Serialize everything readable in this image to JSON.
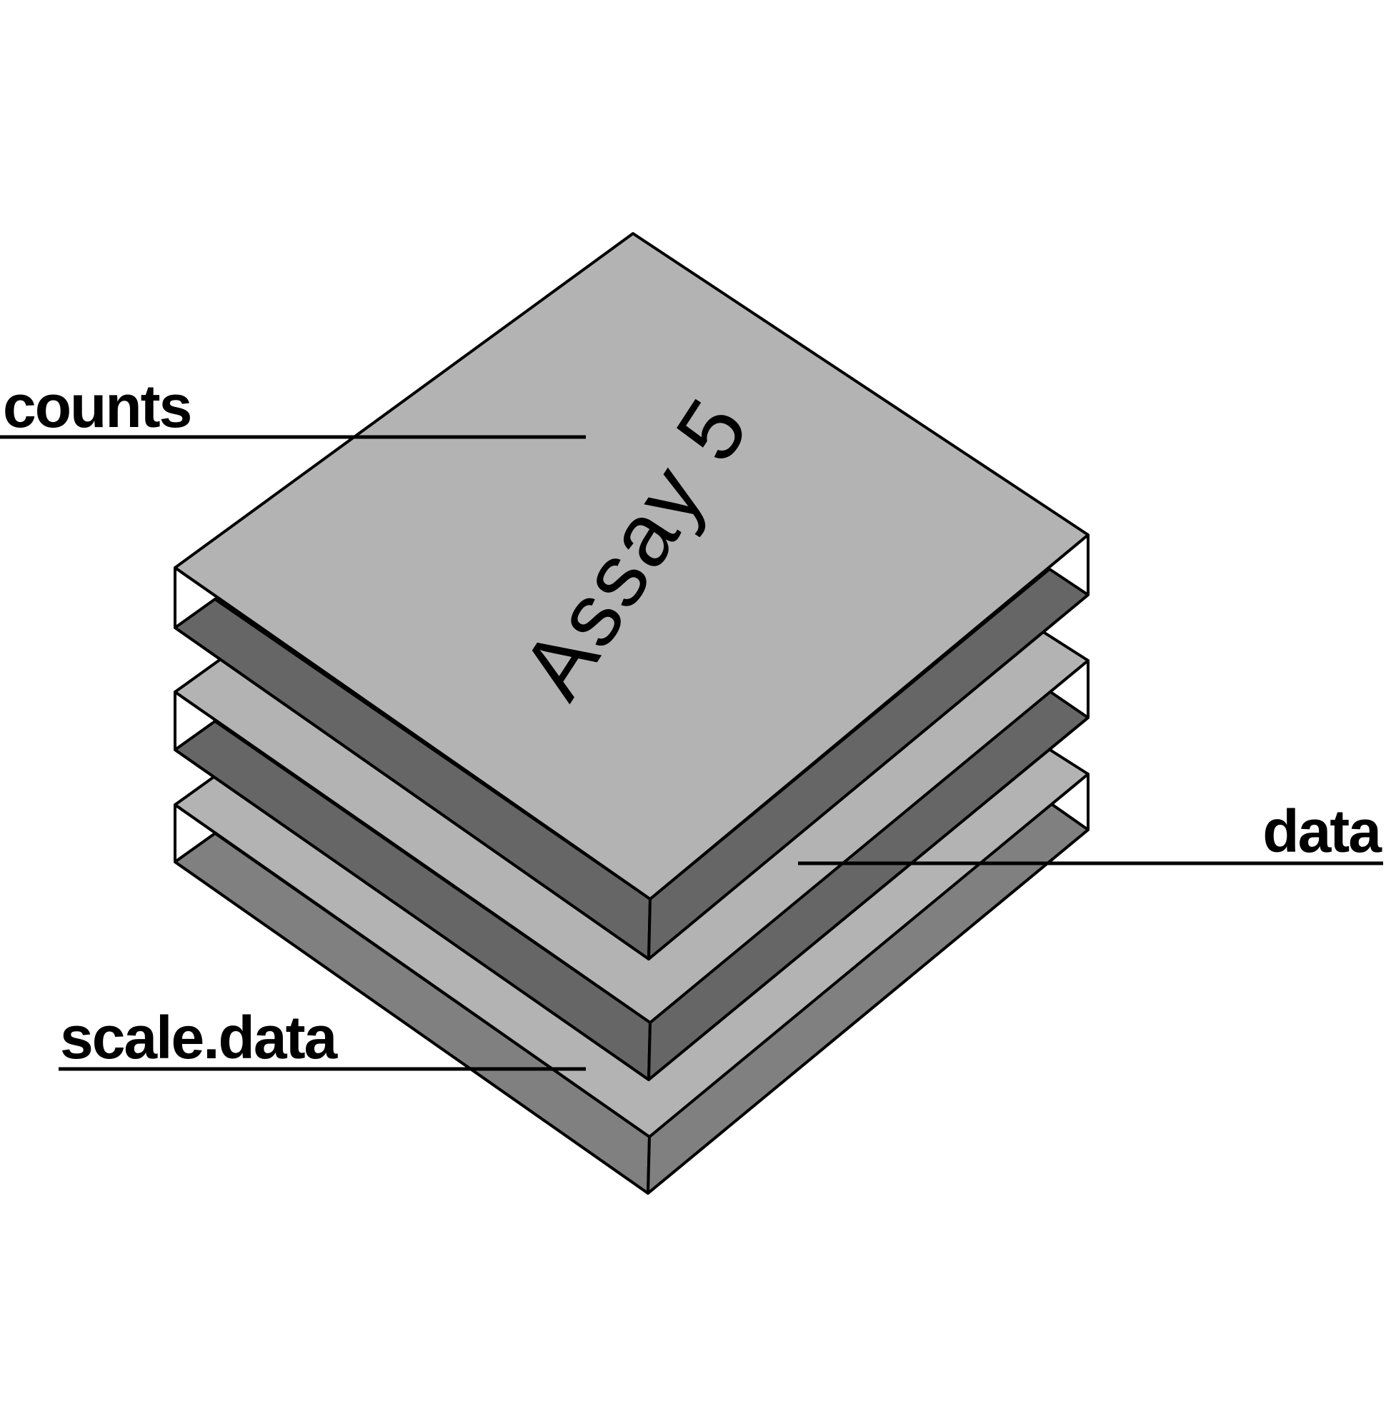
{
  "diagram": {
    "title": "Assay 5",
    "layers": [
      {
        "label": "counts"
      },
      {
        "label": "data"
      },
      {
        "label": "scale.data"
      }
    ]
  },
  "colors": {
    "background": "#ffffff",
    "top_face": "#b3b3b3",
    "side_face_dark": "#666666",
    "side_face_bottom": "#808080",
    "inner_face": "#ffffff",
    "outline": "#000000"
  }
}
